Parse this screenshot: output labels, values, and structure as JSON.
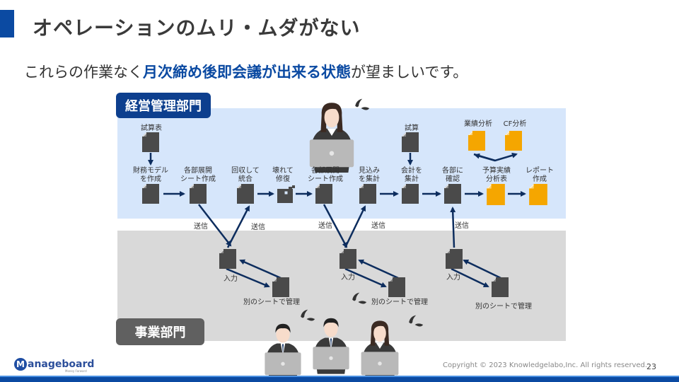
{
  "header": {
    "title": "オペレーションのムリ・ムダがない",
    "accent_color": "#0b4aa2"
  },
  "lead": {
    "prefix": "これらの作業なく",
    "highlight_1": "月次締め後即会議",
    "mid": "が",
    "highlight_2": "出来る状態",
    "suffix": "が望ましいです。"
  },
  "diagram": {
    "management_dept": "経営管理部門",
    "business_dept": "事業部門",
    "top_nodes": {
      "trial_balance": "試算表",
      "financial_model_1": "財務モデル",
      "financial_model_2": "を作成",
      "dept_sheet_a_1": "各部展開",
      "dept_sheet_a_2": "シート作成",
      "collect_1": "回収して",
      "collect_2": "統合",
      "broken_1": "壊れて",
      "broken_2": "修復",
      "dept_sheet_b_1": "各部展開",
      "dept_sheet_b_2": "シート作成",
      "forecast_1": "見込み",
      "forecast_2": "を集計",
      "trial_calc": "試算",
      "accounting_1": "会計を",
      "accounting_2": "集計",
      "confirm_1": "各部に",
      "confirm_2": "確認",
      "performance": "業績分析",
      "cf": "CF分析",
      "budget_1": "予算実績",
      "budget_2": "分析表",
      "report_1": "レポート",
      "report_2": "作成"
    },
    "send_labels": [
      "送信",
      "送信",
      "送信",
      "送信",
      "送信"
    ],
    "bottom_nodes": {
      "input_1": "入力",
      "input_2": "入力",
      "input_3": "入力",
      "separate_1": "別のシートで管理",
      "separate_2": "別のシートで管理",
      "separate_3": "別のシートで管理"
    },
    "colors": {
      "doc_dark": "#4a4a4a",
      "doc_orange": "#f5a600",
      "arrow": "#0d2d5e",
      "top_zone": "#d6e6fb",
      "bottom_zone": "#d9d9d9"
    }
  },
  "footer": {
    "logo_letter": "M",
    "logo_text": "anageboard",
    "logo_sub": "Money Forward",
    "copyright": "Copyright © 2023 Knowledgelabo,Inc. All rights reserved.",
    "page_number": "23"
  }
}
